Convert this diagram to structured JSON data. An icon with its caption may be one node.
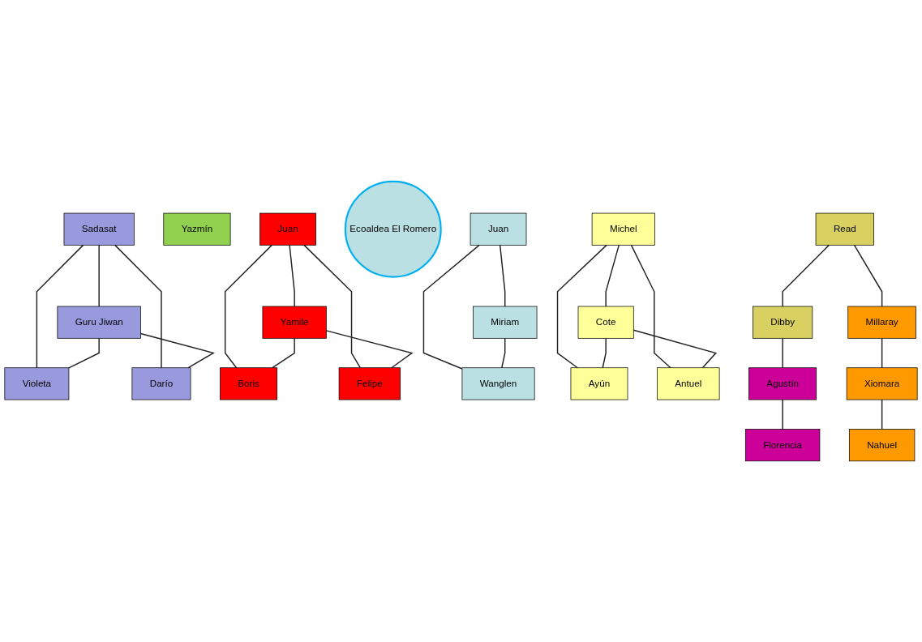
{
  "diagram": {
    "nodes": [
      {
        "text": [
          "Sadasat"
        ]
      },
      {
        "text": [
          "Guru Jiwan"
        ]
      },
      {
        "text": [
          "Violeta"
        ]
      },
      {
        "text": [
          "Darío"
        ]
      },
      {
        "text": [
          "Yazmín"
        ]
      },
      {
        "text": [
          "Juan"
        ]
      },
      {
        "text": [
          "Yamile"
        ]
      },
      {
        "text": [
          "Boris"
        ]
      },
      {
        "text": [
          "Felipe"
        ]
      },
      {
        "text": [
          "Ecoaldea El Romero"
        ]
      },
      {
        "text": [
          "Juan"
        ]
      },
      {
        "text": [
          "Miriam"
        ]
      },
      {
        "text": [
          "Wanglen"
        ]
      },
      {
        "text": [
          "Michel"
        ]
      },
      {
        "text": [
          "Cote"
        ]
      },
      {
        "text": [
          "Ayún"
        ]
      },
      {
        "text": [
          "Antuel"
        ]
      },
      {
        "text": [
          "Read"
        ]
      },
      {
        "text": [
          "Dibby"
        ]
      },
      {
        "text": [
          "Millaray"
        ]
      },
      {
        "text": [
          "Xiomara"
        ]
      },
      {
        "text": [
          "Nahuel"
        ]
      },
      {
        "text": [
          "Agustín"
        ]
      },
      {
        "text": [
          "Florencia"
        ]
      }
    ],
    "edges": [
      {
        "from": 0,
        "to": 1,
        "arrow": "none"
      },
      {
        "from": 0,
        "to": 2,
        "arrow": "none"
      },
      {
        "from": 1,
        "to": 2,
        "arrow": "none"
      },
      {
        "from": 0,
        "to": 3,
        "arrow": "none"
      },
      {
        "from": 1,
        "to": 3,
        "arrow": "none"
      },
      {
        "from": 5,
        "to": 6,
        "arrow": "none"
      },
      {
        "from": 5,
        "to": 7,
        "arrow": "none"
      },
      {
        "from": 6,
        "to": 7,
        "arrow": "none"
      },
      {
        "from": 5,
        "to": 8,
        "arrow": "none"
      },
      {
        "from": 6,
        "to": 8,
        "arrow": "none"
      },
      {
        "from": 10,
        "to": 11,
        "arrow": "none"
      },
      {
        "from": 10,
        "to": 12,
        "arrow": "none"
      },
      {
        "from": 11,
        "to": 12,
        "arrow": "none"
      },
      {
        "from": 13,
        "to": 14,
        "arrow": "none"
      },
      {
        "from": 13,
        "to": 15,
        "arrow": "none"
      },
      {
        "from": 14,
        "to": 15,
        "arrow": "none"
      },
      {
        "from": 13,
        "to": 16,
        "arrow": "none"
      },
      {
        "from": 14,
        "to": 16,
        "arrow": "none"
      },
      {
        "from": 17,
        "to": 18,
        "arrow": "none"
      },
      {
        "from": 17,
        "to": 19,
        "arrow": "none"
      },
      {
        "from": 19,
        "to": 20,
        "arrow": "none"
      },
      {
        "from": 20,
        "to": 21,
        "arrow": "none"
      },
      {
        "from": 18,
        "to": 22,
        "arrow": "none"
      },
      {
        "from": 22,
        "to": 23,
        "arrow": "none"
      }
    ]
  }
}
